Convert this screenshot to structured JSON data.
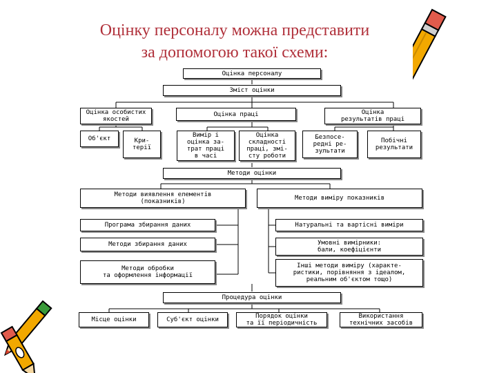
{
  "title": {
    "line1": "Оцінку персоналу можна представити",
    "line2": "за допомогою такої схеми:"
  },
  "diagram": {
    "root": "Оцінка персоналу",
    "content": "Зміст оцінки",
    "groups": {
      "personal": "Оцінка особистих\nякостей",
      "labor": "Оцінка праці",
      "results": "Оцінка\nрезультатів праці"
    },
    "sub": {
      "object": "Об'єкт",
      "criteria": "Кри-\nтерії",
      "measurement": "Вимір і\nоцінка за-\nтрат праці\nв часі",
      "complexity": "Оцінка\nскладності\nпраці, змі-\nсту роботи",
      "direct": "Безпосе-\nредні ре-\nзультати",
      "side": "Побічні\nрезультати"
    },
    "methods": "Методи оцінки",
    "identification": "Методи виявлення елементів\n(показників)",
    "measure_methods": "Методи виміру показників",
    "left_items": [
      "Програма збирання даних",
      "Методи збирання даних",
      "Методи обробки\nта оформлення інформації"
    ],
    "right_items": [
      "Натуральні та вартісні виміри",
      "Умовні вимірники:\nбали, коефіцієнти",
      "Інші методи виміру (характе-\nристики, порівняння з ідеалом,\nреальним об'єктом тощо)"
    ],
    "procedure": "Процедура оцінки",
    "bottom": [
      "Місце оцінки",
      "Суб'єкт оцінки",
      "Порядок оцінки\nта її періодичність",
      "Використання\nтехнічних засобів"
    ]
  },
  "decorations": {
    "pencil_color": "#f2a800",
    "pencil_tip_color": "#e0432e",
    "pencil_eraser_color": "#e15b4c"
  }
}
